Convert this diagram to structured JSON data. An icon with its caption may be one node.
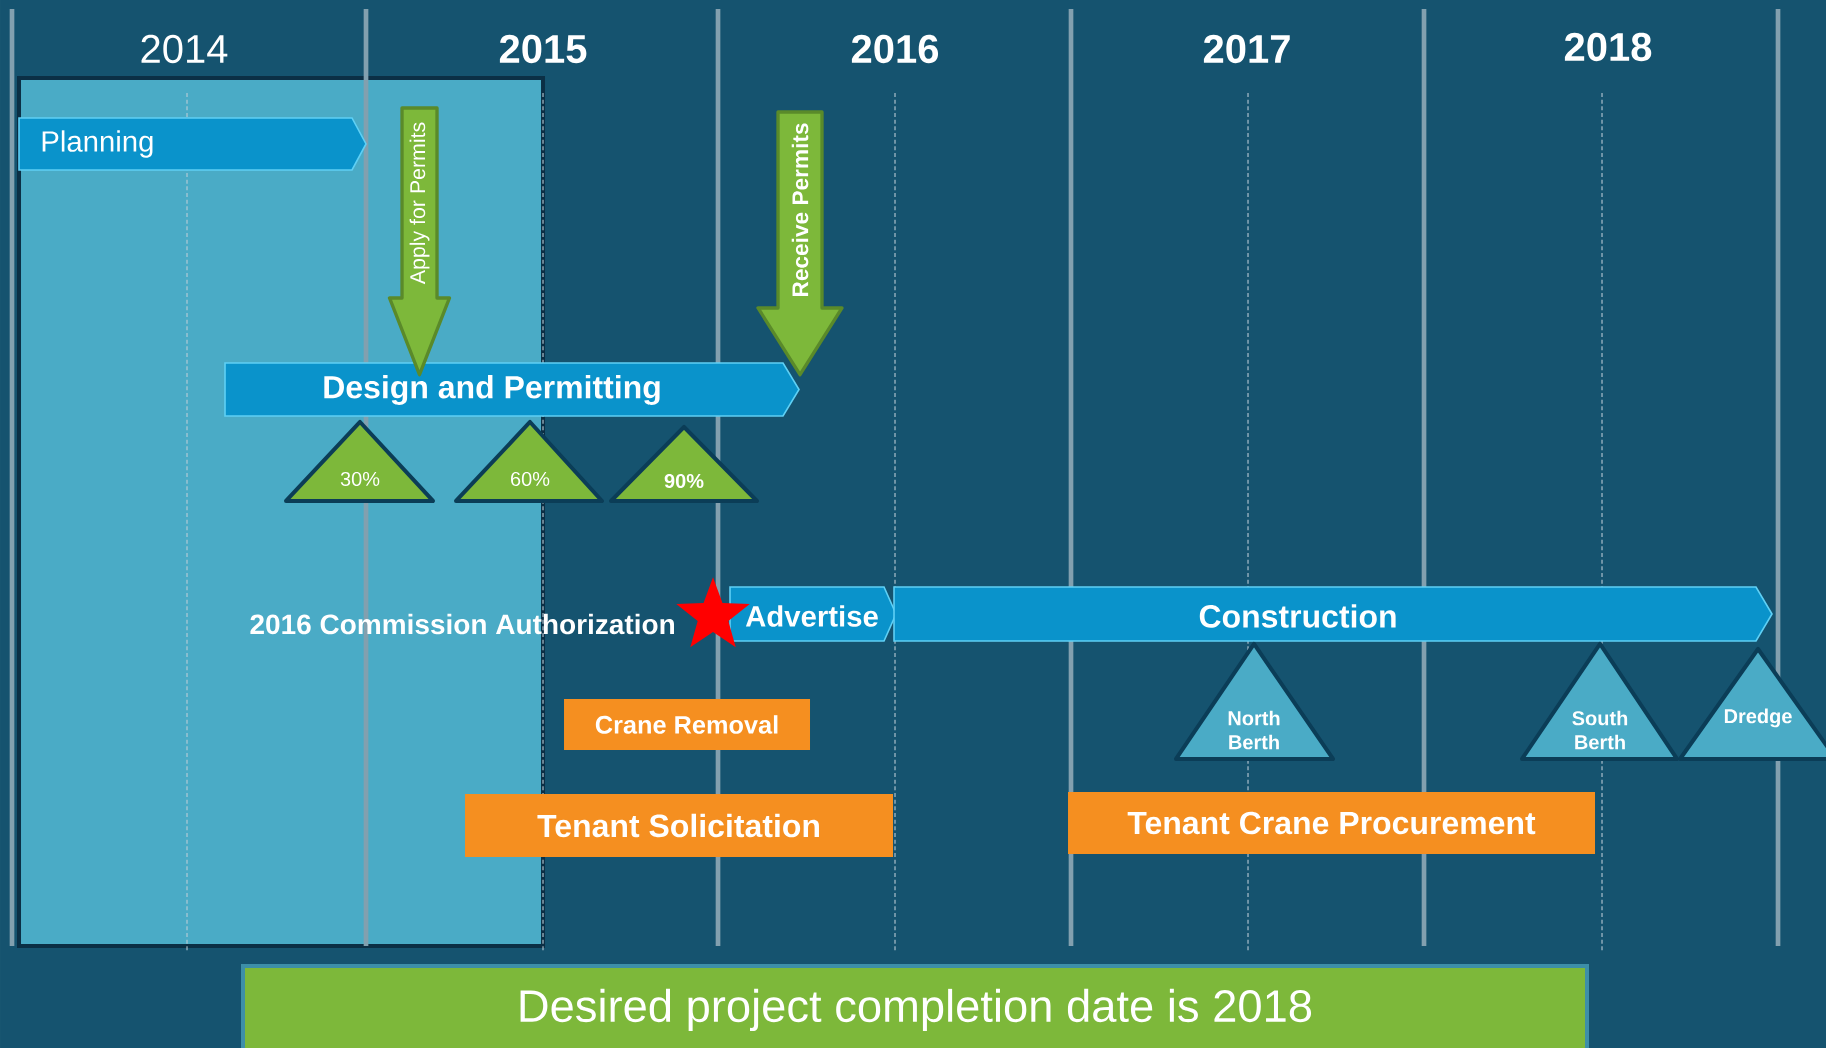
{
  "diagram": {
    "nodes": [
      {
        "text": [
          "Planning"
        ]
      },
      {
        "text": [
          "Design and Permitting"
        ]
      },
      {
        "text": [
          "30%"
        ]
      },
      {
        "text": [
          "60%"
        ]
      },
      {
        "text": [
          "90%"
        ]
      },
      {
        "text": [
          "Advertise"
        ]
      },
      {
        "text": [
          "Construction"
        ]
      },
      {
        "text": [
          "North Berth"
        ]
      },
      {
        "text": [
          "South Berth"
        ]
      },
      {
        "text": [
          "Dredge"
        ]
      },
      {
        "text": [
          "Crane Removal"
        ]
      },
      {
        "text": [
          "Tenant Solicitation"
        ]
      },
      {
        "text": [
          "Tenant Crane Procurement"
        ]
      },
      {
        "text": [
          "Desired project completion date is 2018"
        ]
      }
    ],
    "edges": [
      {
        "from": null,
        "to": 1,
        "arrow": "to",
        "label": "Apply for Permits"
      },
      {
        "from": null,
        "to": 1,
        "arrow": "to",
        "label": "Receive Permits"
      }
    ],
    "labels": [
      "2014",
      "2015",
      "2016",
      "2017",
      "2018",
      "2016 Commission Authorization"
    ]
  }
}
